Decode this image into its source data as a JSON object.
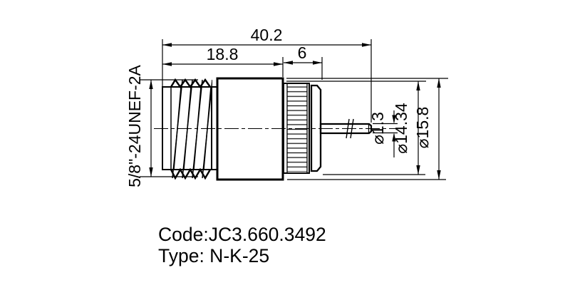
{
  "drawing": {
    "dimensions": {
      "overall_length": "40.2",
      "body_length": "18.8",
      "nut_length": "6",
      "thread_spec": "5/8\"-24UNEF-2A",
      "pin_diameter": "⌀1.3",
      "nut_diameter": "⌀14.34",
      "body_diameter": "⌀15.8"
    },
    "footer": {
      "code": "Code:JC3.660.3492",
      "type": "Type: N-K-25"
    },
    "colors": {
      "line": "#000000",
      "background": "#ffffff"
    }
  }
}
